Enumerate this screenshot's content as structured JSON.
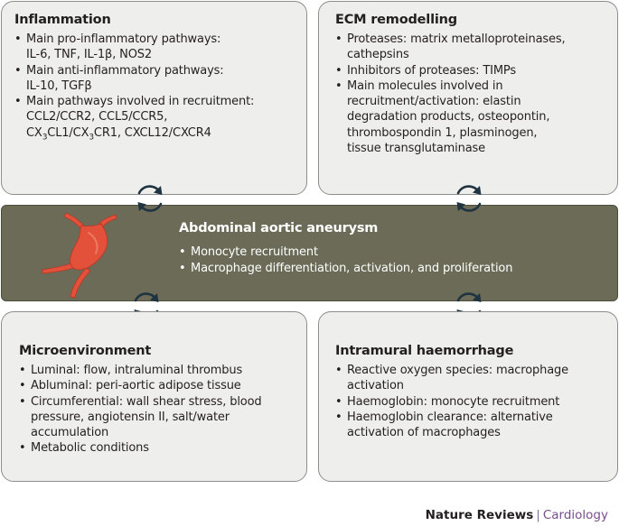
{
  "inflammation": {
    "title": "Inflammation",
    "items": [
      [
        "Main pro-inflammatory pathways:",
        "IL-6, TNF, IL-1β, NOS2"
      ],
      [
        "Main anti-inflammatory pathways:",
        "IL-10, TGFβ"
      ],
      [
        "Main pathways involved in recruitment:",
        "CCL2/CCR2, CCL5/CCR5,",
        "CX3CL1/CX3CR1, CXCL12/CXCR4"
      ]
    ]
  },
  "ecm": {
    "title": "ECM remodelling",
    "items": [
      [
        "Proteases:  matrix metalloproteinases,",
        "cathepsins"
      ],
      [
        "Inhibitors of proteases: TIMPs"
      ],
      [
        "Main molecules involved in",
        "recruitment/activation: elastin",
        "degradation products, osteopontin,",
        "thrombospondin 1, plasminogen,",
        "tissue transglutaminase"
      ]
    ]
  },
  "center": {
    "title": "Abdominal aortic aneurysm",
    "items": [
      "Monocyte recruitment",
      "Macrophage differentiation, activation, and proliferation"
    ]
  },
  "microenvironment": {
    "title": "Microenvironment",
    "items": [
      [
        "Luminal: flow, intraluminal thrombus"
      ],
      [
        "Abluminal: peri-aortic adipose tissue"
      ],
      [
        "Circumferential: wall shear stress, blood",
        "pressure, angiotensin II, salt/water",
        "accumulation"
      ],
      [
        "Metabolic conditions"
      ]
    ]
  },
  "haemorrhage": {
    "title": "Intramural haemorrhage",
    "items": [
      [
        "Reactive oxygen species: macrophage",
        "activation"
      ],
      [
        "Haemoglobin: monocyte recruitment"
      ],
      [
        "Haemoglobin clearance: alternative",
        "activation of macrophages"
      ]
    ]
  },
  "footer": {
    "brand": "Nature Reviews",
    "separator": "|",
    "journal": "Cardiology"
  },
  "colors": {
    "box_fill": "#eeeeed",
    "band_fill": "#6b6b57",
    "aorta": "#e3513a",
    "cycle_arrow": "#1f3340",
    "journal": "#7a4d8c"
  },
  "icons": {
    "aorta": "aorta-aneurysm-icon",
    "cycle": "bidirectional-cycle-arrows-icon"
  }
}
